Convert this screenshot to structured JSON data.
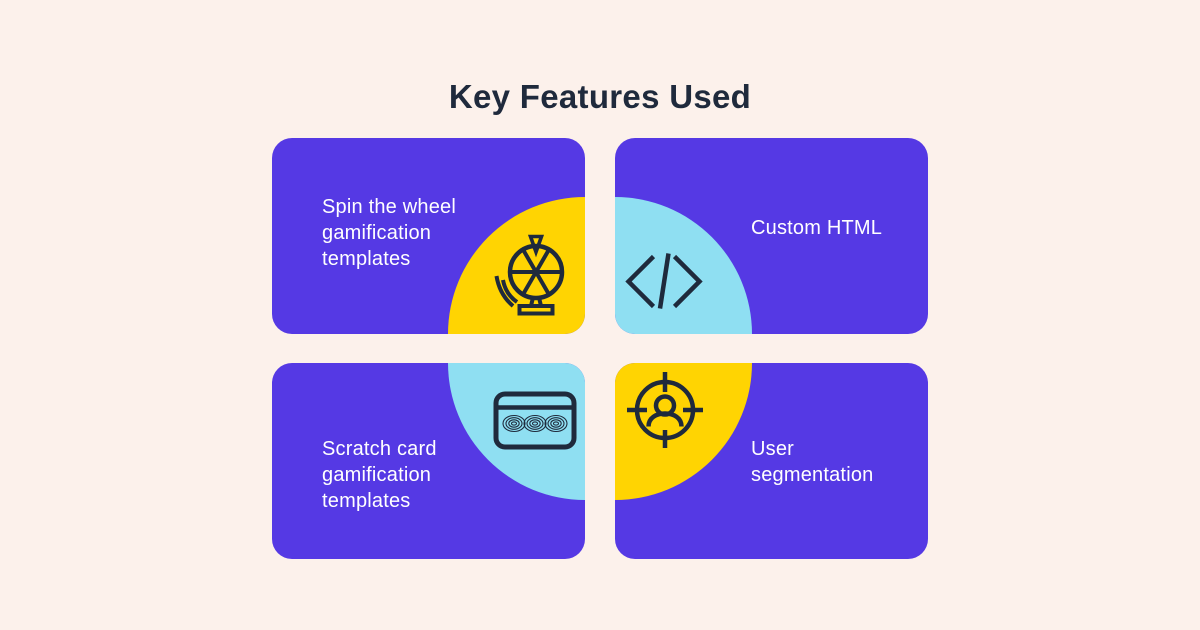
{
  "title": "Key Features Used",
  "colors": {
    "background": "#FCF1EB",
    "card": "#5539E4",
    "yellow": "#FFD402",
    "blue": "#8FDFF2",
    "ink": "#1F2A3C",
    "text": "#FFFFFF"
  },
  "cards": [
    {
      "name": "spin-the-wheel-card",
      "accent": "yellow",
      "icon": "spin-wheel-icon",
      "lines": [
        "Spin the wheel",
        "gamification",
        "templates"
      ]
    },
    {
      "name": "custom-html-card",
      "accent": "blue",
      "icon": "code-icon",
      "lines": [
        "Custom HTML"
      ]
    },
    {
      "name": "scratch-card-card",
      "accent": "blue",
      "icon": "scratch-card-icon",
      "lines": [
        "Scratch card",
        "gamification",
        "templates"
      ]
    },
    {
      "name": "user-segmentation-card",
      "accent": "yellow",
      "icon": "user-target-icon",
      "lines": [
        "User",
        "segmentation"
      ]
    }
  ]
}
